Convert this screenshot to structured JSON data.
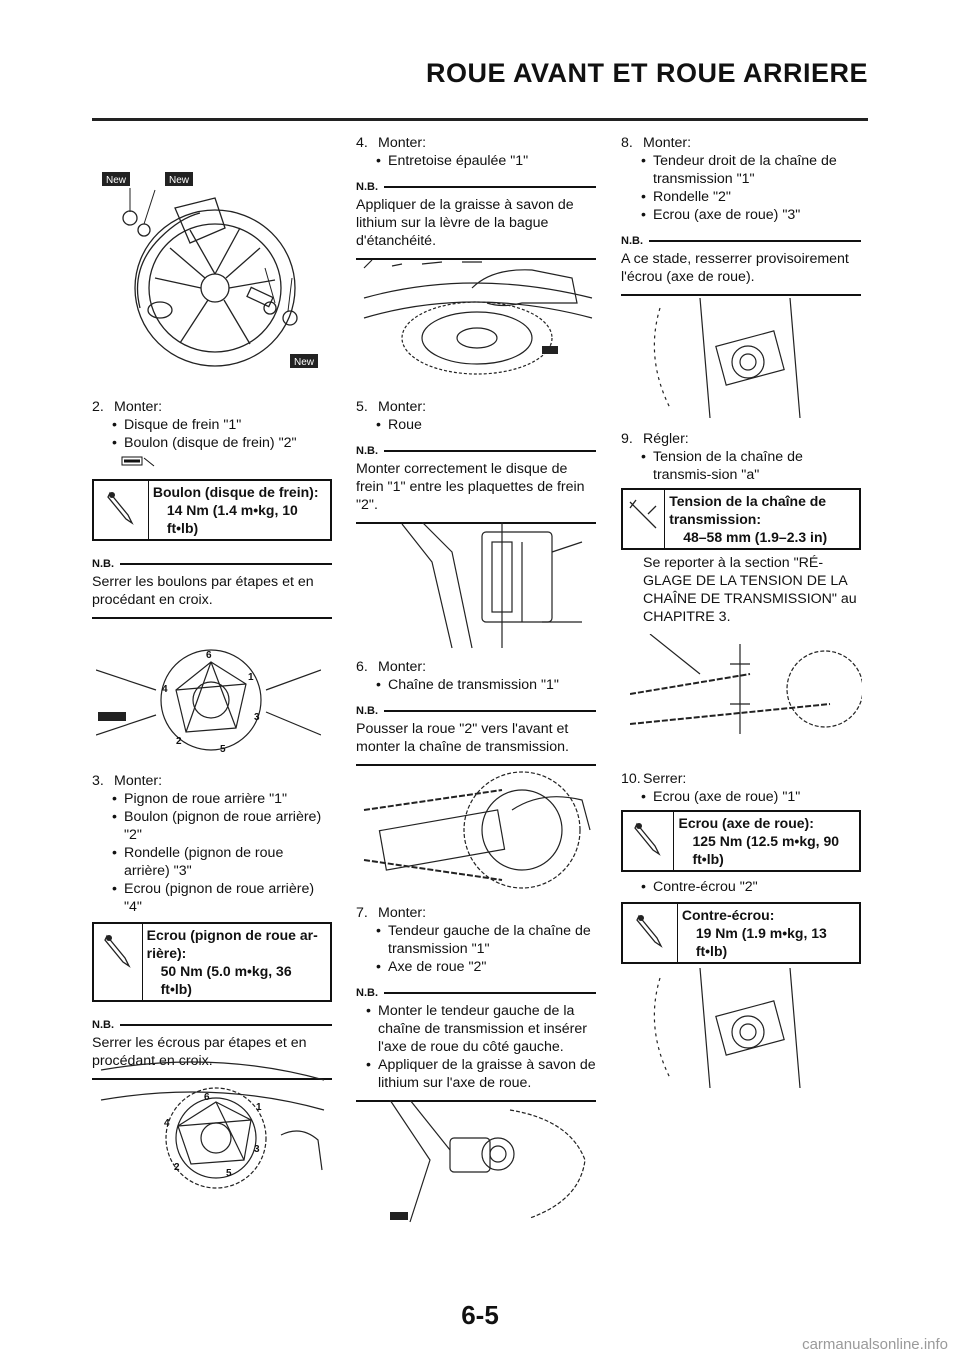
{
  "header": {
    "title": "ROUE AVANT ET ROUE ARRIERE"
  },
  "footer": {
    "page_number": "6-5",
    "watermark": "carmanualsonline.info"
  },
  "nb_label": "N.B.",
  "col1": {
    "fig1_tags": {
      "new_a": "New",
      "new_b": "New",
      "new_c": "New"
    },
    "step2": {
      "num": "2.",
      "title": "Monter:",
      "b1": "Disque de frein \"1\"",
      "b2": "Boulon (disque de frein) \"2\""
    },
    "spec1": {
      "title": "Boulon (disque de frein):",
      "value": "14 Nm (1.4 m•kg, 10 ft•lb)"
    },
    "nb1": "Serrer les boulons par étapes et en procédant en croix.",
    "step3": {
      "num": "3.",
      "title": "Monter:",
      "b1": "Pignon de roue arrière \"1\"",
      "b2": "Boulon (pignon de roue arrière) \"2\"",
      "b3": "Rondelle (pignon de roue arrière) \"3\"",
      "b4": "Ecrou (pignon de roue arrière) \"4\""
    },
    "spec2": {
      "title": "Ecrou (pignon de roue ar-rière):",
      "value": "50 Nm (5.0 m•kg, 36 ft•lb)"
    },
    "nb2": "Serrer les écrous par étapes et en procédant en croix."
  },
  "col2": {
    "step4": {
      "num": "4.",
      "title": "Monter:",
      "b1": "Entretoise épaulée \"1\""
    },
    "nb1": "Appliquer de la graisse à savon de lithium sur la lèvre de la bague d'étanchéité.",
    "step5": {
      "num": "5.",
      "title": "Monter:",
      "b1": "Roue"
    },
    "nb2": "Monter correctement le disque de frein \"1\" entre les plaquettes de frein \"2\".",
    "step6": {
      "num": "6.",
      "title": "Monter:",
      "b1": "Chaîne de transmission \"1\""
    },
    "nb3": "Pousser la roue \"2\" vers l'avant et monter la chaîne de transmission.",
    "step7": {
      "num": "7.",
      "title": "Monter:",
      "b1": "Tendeur gauche de la chaîne de transmission \"1\"",
      "b2": "Axe de roue \"2\""
    },
    "nb4_b1": "Monter le tendeur gauche de la chaîne de transmission et insérer l'axe de roue du côté gauche.",
    "nb4_b2": "Appliquer de la graisse à savon de lithium sur l'axe de roue."
  },
  "col3": {
    "step8": {
      "num": "8.",
      "title": "Monter:",
      "b1": "Tendeur droit de la chaîne de transmission \"1\"",
      "b2": "Rondelle \"2\"",
      "b3": "Ecrou (axe de roue) \"3\""
    },
    "nb1": "A ce stade, resserrer provisoirement l'écrou (axe de roue).",
    "step9": {
      "num": "9.",
      "title": "Régler:",
      "b1": "Tension de la chaîne de transmis-sion \"a\""
    },
    "spec1": {
      "title": "Tension de la chaîne de transmission:",
      "value": "48–58 mm (1.9–2.3 in)"
    },
    "ref": "Se reporter à la section \"RÉ-GLAGE DE LA TENSION DE LA CHAÎNE DE TRANSMISSION\" au CHAPITRE 3.",
    "step10": {
      "num": "10.",
      "title": "Serrer:",
      "b1": "Ecrou (axe de roue) \"1\""
    },
    "spec2": {
      "title": "Ecrou (axe de roue):",
      "value": "125 Nm (12.5 m•kg, 90 ft•lb)"
    },
    "b_extra": "Contre-écrou \"2\"",
    "spec3": {
      "title": "Contre-écrou:",
      "value": "19 Nm (1.9 m•kg, 13 ft•lb)"
    }
  }
}
